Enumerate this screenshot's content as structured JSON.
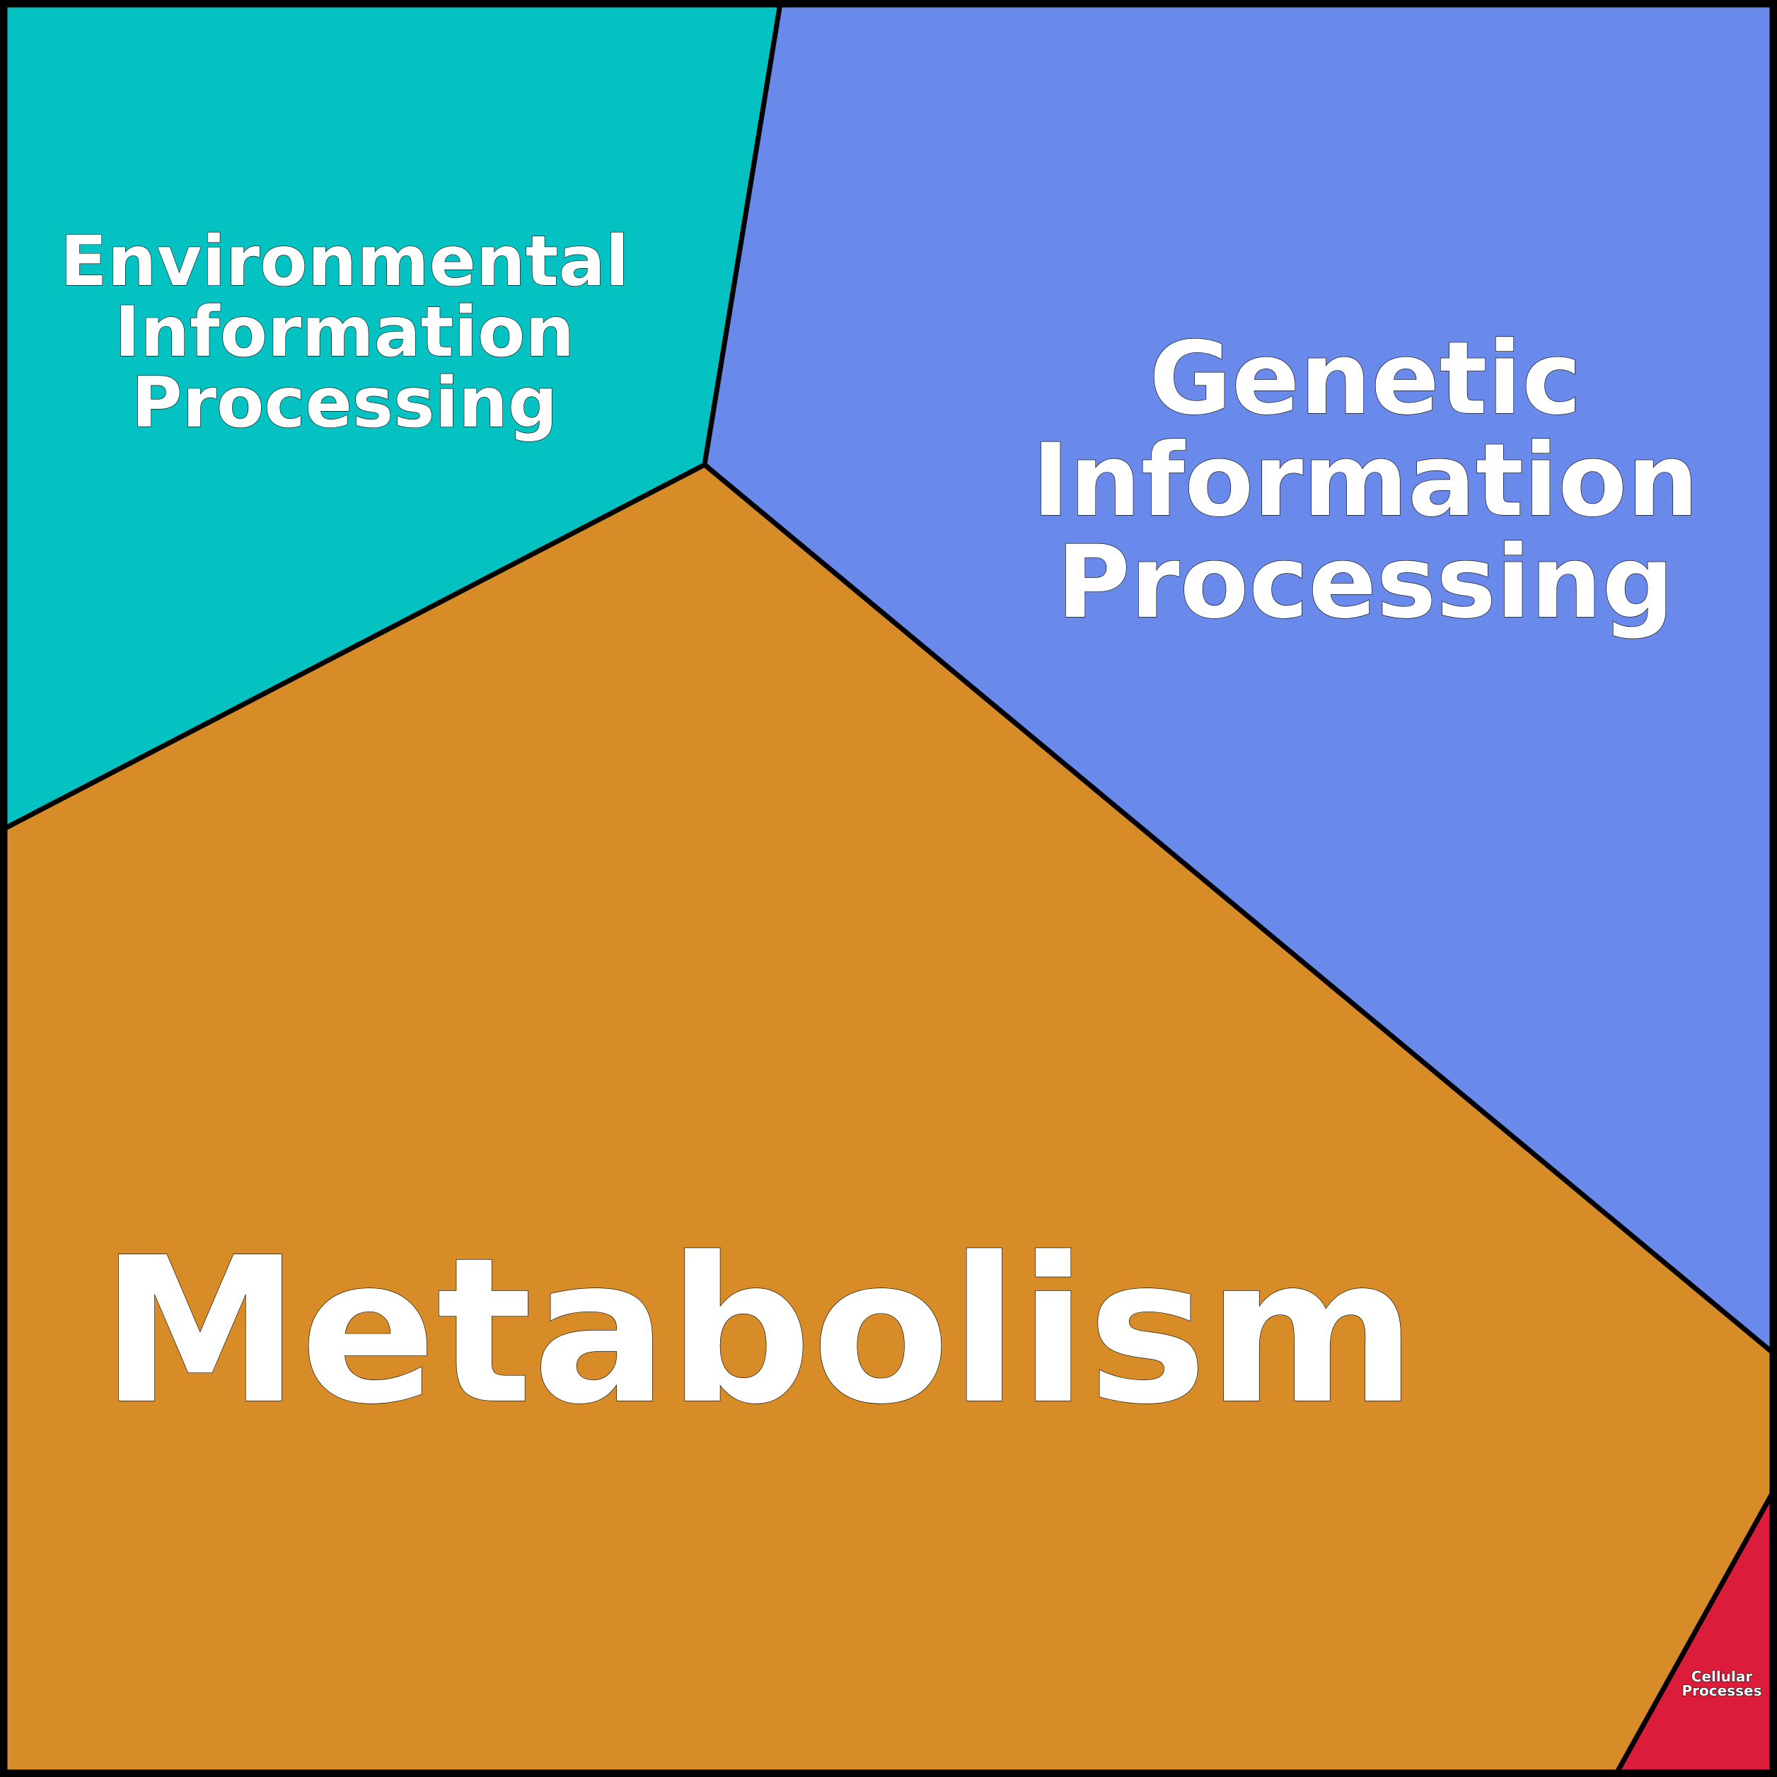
{
  "diagram": {
    "type": "voronoi-treemap",
    "categories": [
      {
        "id": "environmental",
        "label_lines": [
          "Environmental",
          "Information",
          "Processing"
        ],
        "color": "#04C2C1"
      },
      {
        "id": "genetic",
        "label_lines": [
          "Genetic",
          "Information",
          "Processing"
        ],
        "color": "#6A8AEB"
      },
      {
        "id": "metabolism",
        "label_lines": [
          "Metabolism"
        ],
        "color": "#D78C28"
      },
      {
        "id": "cellular",
        "label_lines": [
          "Cellular",
          "Processes"
        ],
        "color": "#DC1C3B"
      }
    ],
    "border_color": "#000000",
    "text_color": "#FFFFFF"
  }
}
